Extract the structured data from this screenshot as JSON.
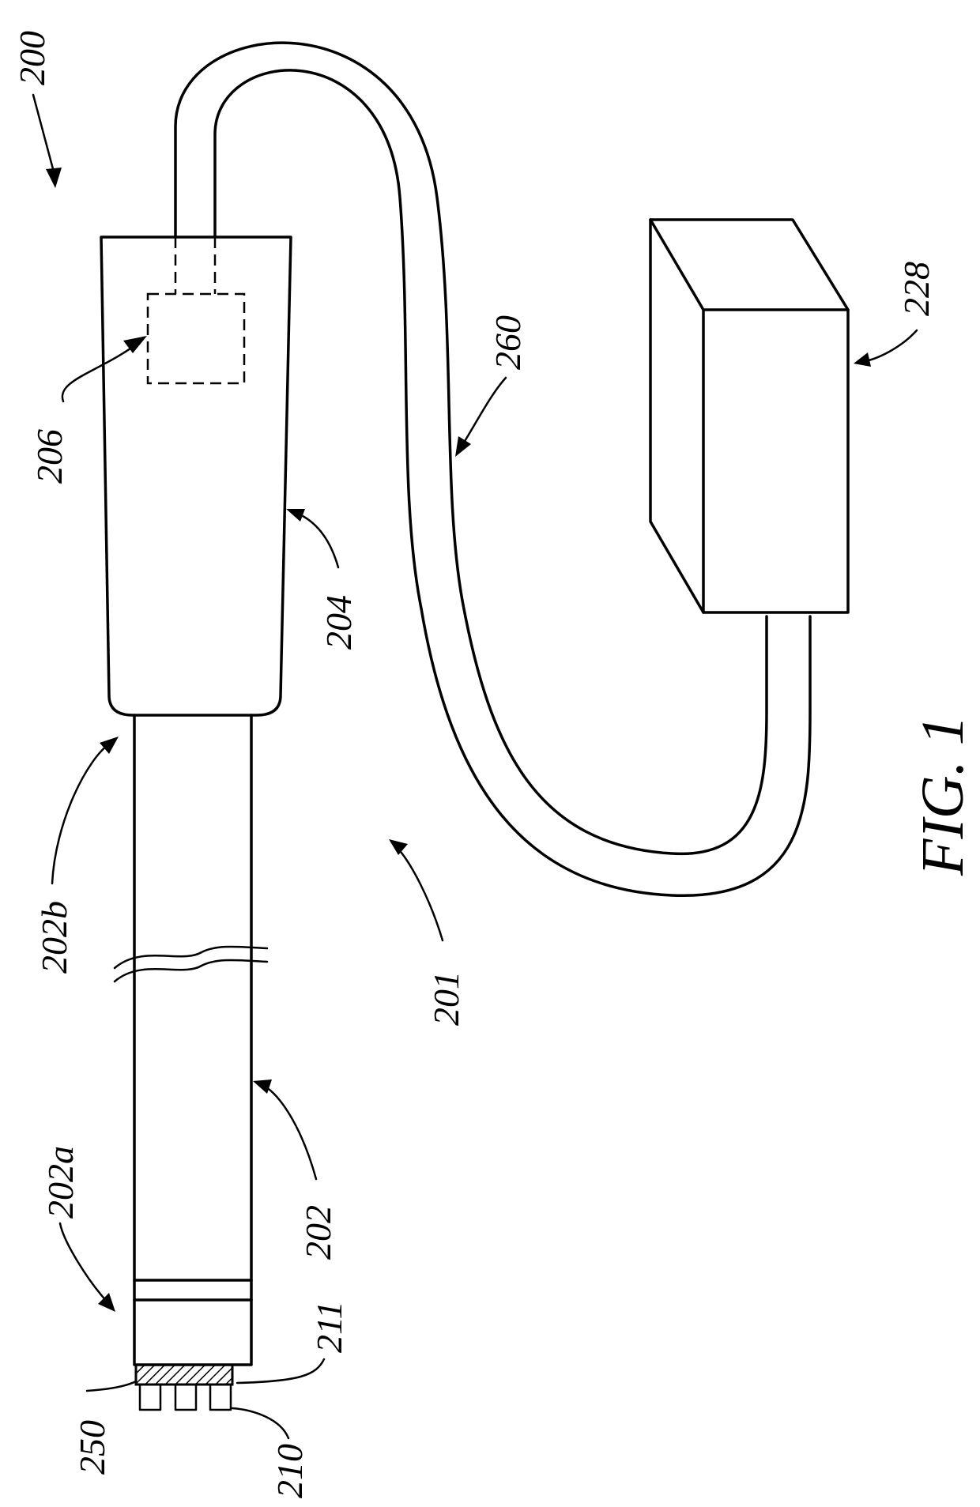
{
  "figure_title": "FIG. 1",
  "labels": {
    "l200": "200",
    "l201": "201",
    "l202": "202",
    "l202a": "202a",
    "l202b": "202b",
    "l204": "204",
    "l206": "206",
    "l210": "210",
    "l211": "211",
    "l228": "228",
    "l250": "250",
    "l260": "260"
  }
}
